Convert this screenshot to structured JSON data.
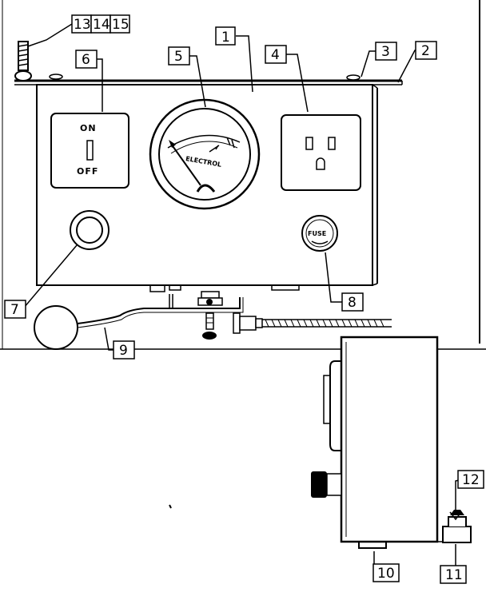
{
  "callouts": {
    "c1": "1",
    "c2": "2",
    "c3": "3",
    "c4": "4",
    "c5": "5",
    "c6": "6",
    "c7": "7",
    "c8": "8",
    "c9": "9",
    "c10": "10",
    "c11": "11",
    "c12": "12",
    "c13": "13",
    "c14": "14",
    "c15": "15"
  },
  "switch": {
    "on_label": "ON",
    "off_label": "OFF"
  },
  "meter": {
    "brand_label": "ELECTROL"
  },
  "fuse": {
    "label": "FUSE"
  },
  "colors": {
    "ink": "#000000",
    "paper": "#ffffff"
  }
}
